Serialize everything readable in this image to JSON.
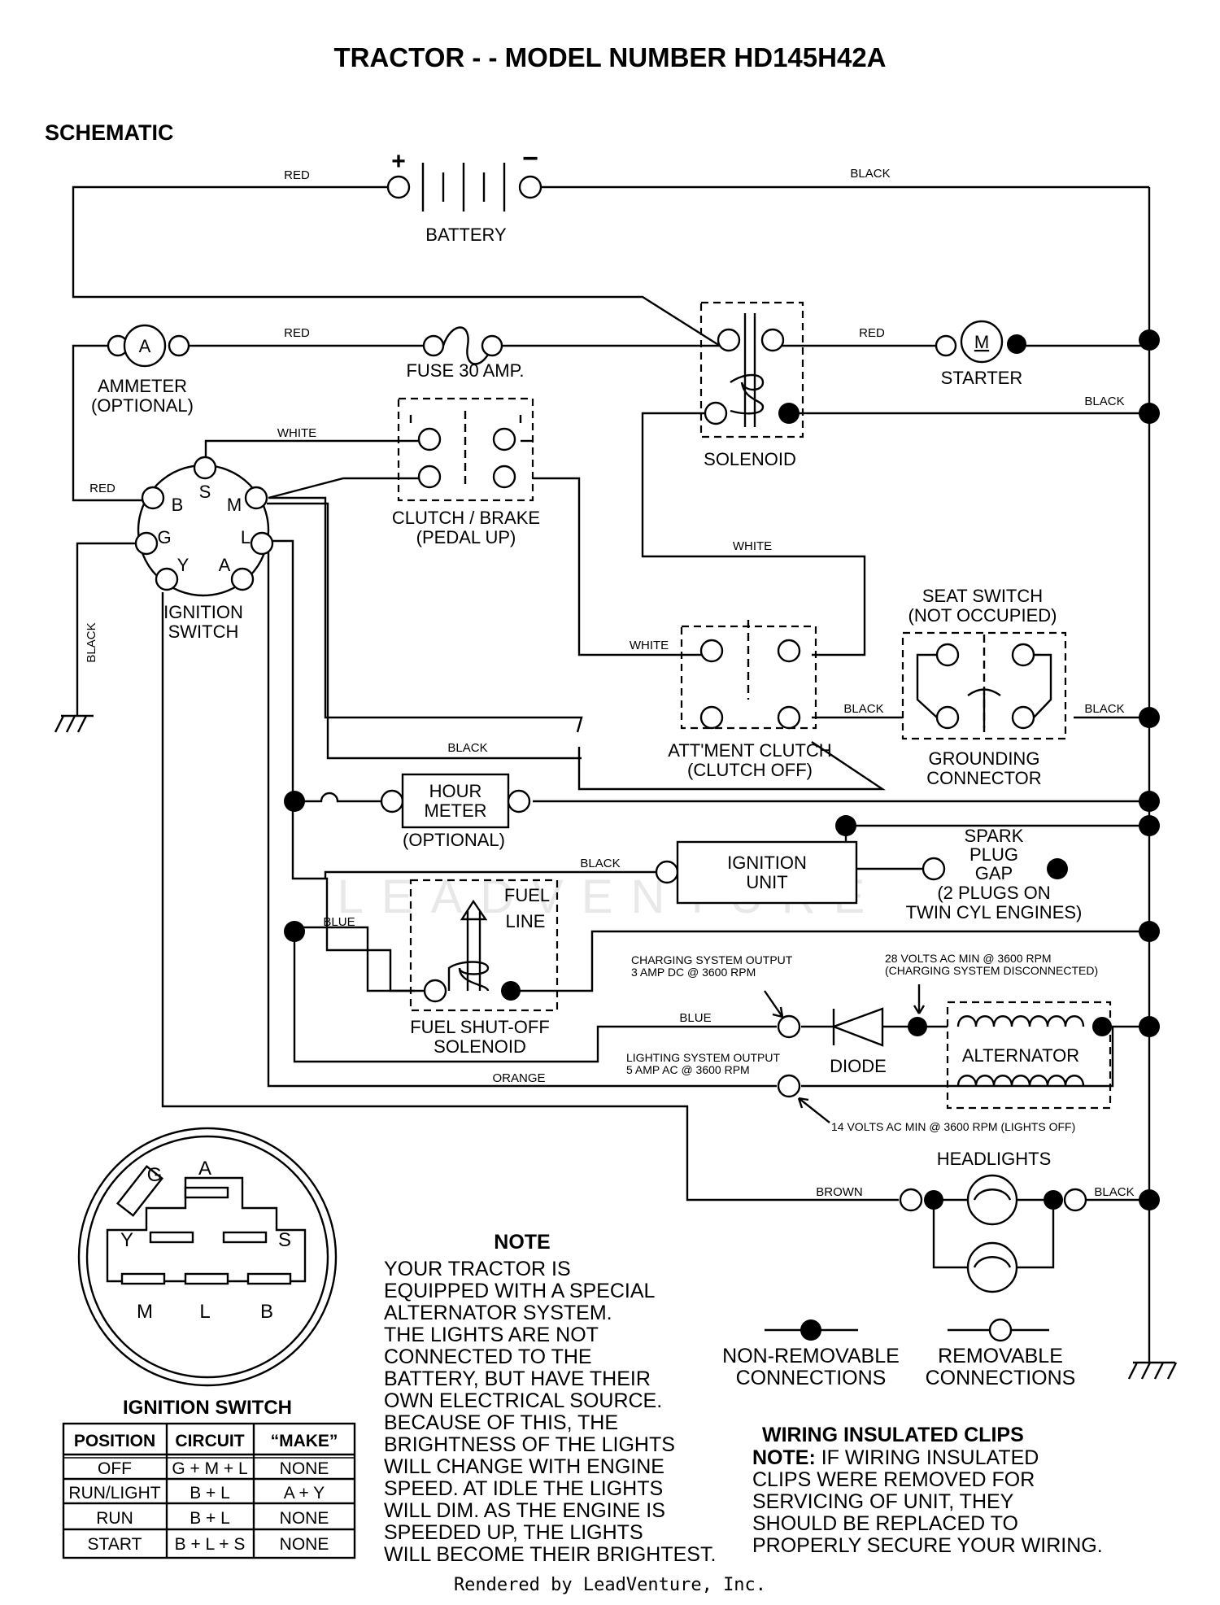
{
  "title": "TRACTOR - - MODEL NUMBER HD145H42A",
  "section_label": "SCHEMATIC",
  "components": {
    "battery": "BATTERY",
    "battery_pos": "+",
    "battery_neg": "−",
    "ammeter_symbol": "A",
    "ammeter_l1": "AMMETER",
    "ammeter_l2": "(OPTIONAL)",
    "fuse": "FUSE 30 AMP.",
    "starter_symbol": "M",
    "starter": "STARTER",
    "solenoid": "SOLENOID",
    "clutch_brake_l1": "CLUTCH / BRAKE",
    "clutch_brake_l2": "(PEDAL UP)",
    "ignition_switch_l1": "IGNITION",
    "ignition_switch_l2": "SWITCH",
    "pins": {
      "B": "B",
      "S": "S",
      "M": "M",
      "G": "G",
      "L": "L",
      "Y": "Y",
      "A": "A"
    },
    "seat_switch_l1": "SEAT SWITCH",
    "seat_switch_l2": "(NOT OCCUPIED)",
    "attm_clutch_l1": "ATT'MENT CLUTCH",
    "attm_clutch_l2": "(CLUTCH OFF)",
    "grounding_l1": "GROUNDING",
    "grounding_l2": "CONNECTOR",
    "hour_meter_l1": "HOUR",
    "hour_meter_l2": "METER",
    "hour_meter_l3": "(OPTIONAL)",
    "ignition_unit_l1": "IGNITION",
    "ignition_unit_l2": "UNIT",
    "spark_l1": "SPARK",
    "spark_l2": "PLUG",
    "spark_l3": "GAP",
    "spark_l4": "(2 PLUGS ON",
    "spark_l5": "TWIN CYL  ENGINES)",
    "fuel_line_l1": "FUEL",
    "fuel_line_l2": "LINE",
    "fuel_solenoid_l1": "FUEL SHUT-OFF",
    "fuel_solenoid_l2": "SOLENOID",
    "charging_l1": "CHARGING SYSTEM OUTPUT",
    "charging_l2": "3 AMP DC @ 3600 RPM",
    "volts28_l1": "28 VOLTS AC MIN  @ 3600 RPM",
    "volts28_l2": "(CHARGING SYSTEM DISCONNECTED)",
    "diode": "DIODE",
    "alternator": "ALTERNATOR",
    "lighting_l1": "LIGHTING SYSTEM OUTPUT",
    "lighting_l2": "5 AMP AC @ 3600 RPM",
    "volts14": "14 VOLTS AC MIN  @ 3600 RPM (LIGHTS OFF)",
    "headlights": "HEADLIGHTS"
  },
  "wires": {
    "red": "RED",
    "black": "BLACK",
    "white": "WHITE",
    "blue": "BLUE",
    "orange": "ORANGE",
    "brown": "BROWN"
  },
  "connector": {
    "pins": {
      "G": "G",
      "A": "A",
      "Y": "Y",
      "S": "S",
      "M": "M",
      "L": "L",
      "B": "B"
    },
    "caption": "IGNITION SWITCH"
  },
  "table": {
    "headers": [
      "POSITION",
      "CIRCUIT",
      "“MAKE”"
    ],
    "rows": [
      [
        "OFF",
        "G + M + L",
        "NONE"
      ],
      [
        "RUN/LIGHT",
        "B + L",
        "A + Y"
      ],
      [
        "RUN",
        "B + L",
        "NONE"
      ],
      [
        "START",
        "B + L + S",
        "NONE"
      ]
    ]
  },
  "note": {
    "heading": "NOTE",
    "lines": [
      "YOUR TRACTOR IS",
      "EQUIPPED WITH A SPECIAL",
      "ALTERNATOR SYSTEM.",
      "THE LIGHTS ARE NOT",
      "CONNECTED TO THE",
      "BATTERY, BUT HAVE THEIR",
      "OWN ELECTRICAL SOURCE.",
      "BECAUSE OF THIS, THE",
      "BRIGHTNESS OF THE LIGHTS",
      "WILL CHANGE WITH ENGINE",
      "SPEED.  AT IDLE THE LIGHTS",
      "WILL DIM.  AS THE ENGINE IS",
      "SPEEDED UP, THE LIGHTS",
      "WILL BECOME THEIR BRIGHTEST."
    ]
  },
  "legend": {
    "non_removable_l1": "NON-REMOVABLE",
    "non_removable_l2": "CONNECTIONS",
    "removable_l1": "REMOVABLE",
    "removable_l2": "CONNECTIONS"
  },
  "clips": {
    "heading": "WIRING INSULATED CLIPS",
    "note_label": "NOTE:",
    "lines": [
      " IF WIRING INSULATED",
      "CLIPS WERE REMOVED FOR",
      "SERVICING OF UNIT, THEY",
      "SHOULD BE REPLACED TO",
      "PROPERLY SECURE YOUR WIRING."
    ]
  },
  "footer": "Rendered by LeadVenture, Inc.",
  "watermark": "LEADVENTURE"
}
